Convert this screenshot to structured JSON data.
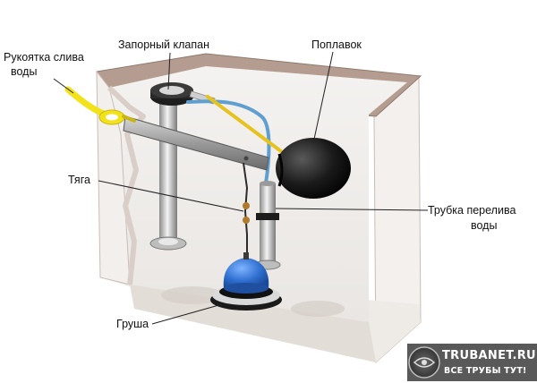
{
  "labels": {
    "handle_line1": "Рукоятка слива",
    "handle_line2": "воды",
    "shutoff_valve": "Запорный клапан",
    "float": "Поплавок",
    "rod": "Тяга",
    "overflow_line1": "Трубка перелива",
    "overflow_line2": "воды",
    "bulb": "Груша"
  },
  "watermark": {
    "site": "TRUBANET.RU",
    "tagline": "ВСЕ ТРУБЫ ТУТ!"
  },
  "colors": {
    "tank_rim": "#b49c90",
    "float": "#1a1a1a",
    "handle": "#f2e21a",
    "bulb": "#2f6fd0",
    "supply_tube": "#5f9fcf"
  }
}
